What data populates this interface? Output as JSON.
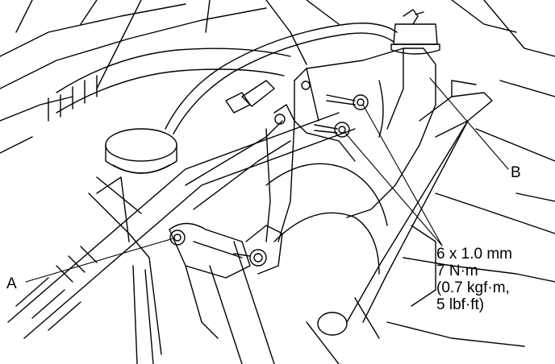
{
  "labels": {
    "a": "A",
    "b": "B"
  },
  "spec": {
    "line1": "6 x 1.0 mm",
    "line2": "7 N·m",
    "line3": "(0.7 kgf·m,",
    "line4": "5 lbf·ft)"
  },
  "colors": {
    "ink": "#000000",
    "paper": "#ffffff"
  }
}
